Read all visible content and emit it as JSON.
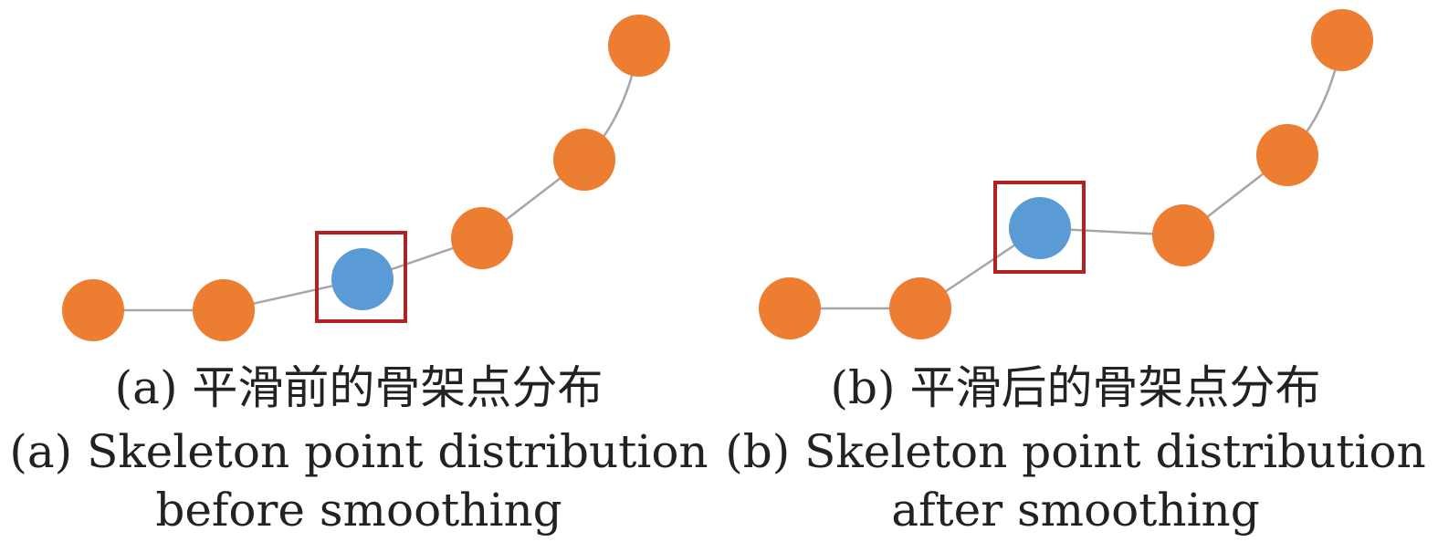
{
  "colors": {
    "node": "#ED7D31",
    "highlight_node": "#5B9BD5",
    "edge": "#A6A6A6",
    "box": "#B22222"
  },
  "panels": [
    {
      "id": "a",
      "caption_cn": "(a) 平滑前的骨架点分布",
      "caption_en_line1": "(a) Skeleton point distribution",
      "caption_en_line2": "before smoothing",
      "highlight_index": 2
    },
    {
      "id": "b",
      "caption_cn": "(b) 平滑后的骨架点分布",
      "caption_en_line1": "(b) Skeleton point distribution",
      "caption_en_line2": "after smoothing",
      "highlight_index": 2
    }
  ]
}
